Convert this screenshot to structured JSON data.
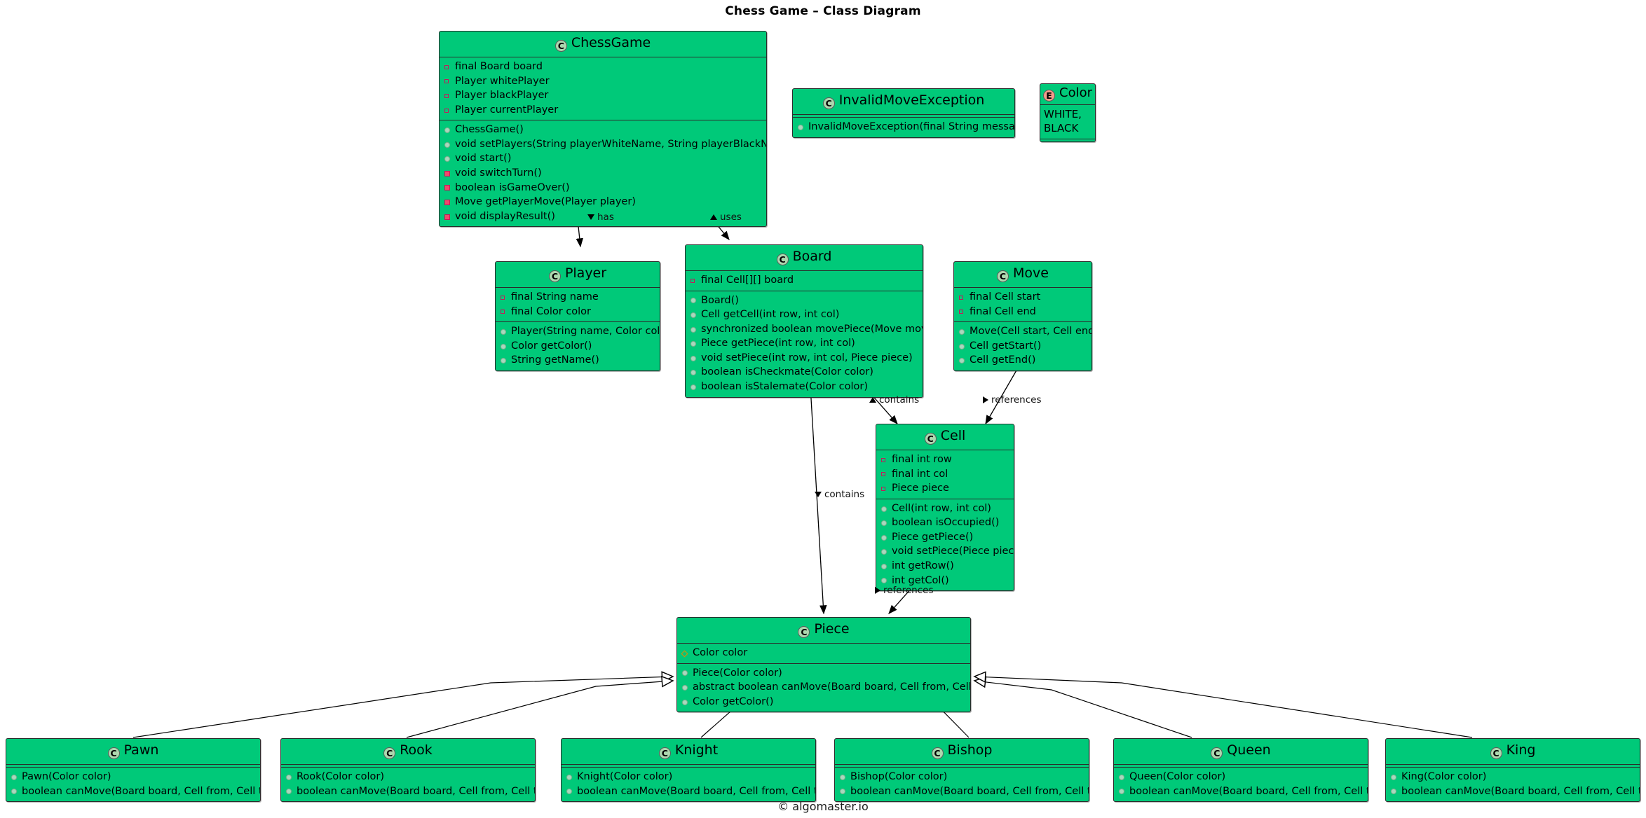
{
  "title": "Chess Game – Class Diagram",
  "footer": "© algomaster.io",
  "colors": {
    "box_fill": "#00C979",
    "box_border": "#2b2b2b",
    "class_badge": "#ADD8AF",
    "enum_badge": "#F59C8A",
    "private_marker": "#C2185B",
    "public_marker": "#A8D8BD",
    "protected_marker": "#E08A00",
    "background": "#ffffff"
  },
  "classes": {
    "chessgame": {
      "badge": "C",
      "name": "ChessGame",
      "fields": [
        {
          "vis": "priv-field",
          "text": "final Board board"
        },
        {
          "vis": "priv-field",
          "text": "Player whitePlayer"
        },
        {
          "vis": "priv-field",
          "text": "Player blackPlayer"
        },
        {
          "vis": "priv-field",
          "text": "Player currentPlayer"
        }
      ],
      "methods": [
        {
          "vis": "pub-method",
          "text": "ChessGame()"
        },
        {
          "vis": "pub-method",
          "text": "void setPlayers(String playerWhiteName, String playerBlackName)"
        },
        {
          "vis": "pub-method",
          "text": "void start()"
        },
        {
          "vis": "priv-method",
          "text": "void switchTurn()"
        },
        {
          "vis": "priv-method",
          "text": "boolean isGameOver()"
        },
        {
          "vis": "priv-method",
          "text": "Move getPlayerMove(Player player)"
        },
        {
          "vis": "priv-method",
          "text": "void displayResult()"
        }
      ]
    },
    "invalidmoveexception": {
      "badge": "C",
      "name": "InvalidMoveException",
      "fields": [],
      "methods": [
        {
          "vis": "pub-method",
          "text": "InvalidMoveException(final String message)"
        }
      ]
    },
    "color": {
      "badge": "E",
      "name": "Color",
      "values": [
        "WHITE,",
        "BLACK"
      ]
    },
    "player": {
      "badge": "C",
      "name": "Player",
      "fields": [
        {
          "vis": "priv-field",
          "text": "final String name"
        },
        {
          "vis": "priv-field",
          "text": "final Color color"
        }
      ],
      "methods": [
        {
          "vis": "pub-method",
          "text": "Player(String name, Color color)"
        },
        {
          "vis": "pub-method",
          "text": "Color getColor()"
        },
        {
          "vis": "pub-method",
          "text": "String getName()"
        }
      ]
    },
    "board": {
      "badge": "C",
      "name": "Board",
      "fields": [
        {
          "vis": "priv-field",
          "text": "final Cell[][] board"
        }
      ],
      "methods": [
        {
          "vis": "pub-method",
          "text": "Board()"
        },
        {
          "vis": "pub-method",
          "text": "Cell getCell(int row, int col)"
        },
        {
          "vis": "pub-method",
          "text": "synchronized boolean movePiece(Move move)"
        },
        {
          "vis": "pub-method",
          "text": "Piece getPiece(int row, int col)"
        },
        {
          "vis": "pub-method",
          "text": "void setPiece(int row, int col, Piece piece)"
        },
        {
          "vis": "pub-method",
          "text": "boolean isCheckmate(Color color)"
        },
        {
          "vis": "pub-method",
          "text": "boolean isStalemate(Color color)"
        }
      ]
    },
    "move": {
      "badge": "C",
      "name": "Move",
      "fields": [
        {
          "vis": "priv-field",
          "text": "final Cell start"
        },
        {
          "vis": "priv-field",
          "text": "final Cell end"
        }
      ],
      "methods": [
        {
          "vis": "pub-method",
          "text": "Move(Cell start, Cell end)"
        },
        {
          "vis": "pub-method",
          "text": "Cell getStart()"
        },
        {
          "vis": "pub-method",
          "text": "Cell getEnd()"
        }
      ]
    },
    "cell": {
      "badge": "C",
      "name": "Cell",
      "fields": [
        {
          "vis": "priv-field",
          "text": "final int row"
        },
        {
          "vis": "priv-field",
          "text": "final int col"
        },
        {
          "vis": "priv-field",
          "text": "Piece piece"
        }
      ],
      "methods": [
        {
          "vis": "pub-method",
          "text": "Cell(int row, int col)"
        },
        {
          "vis": "pub-method",
          "text": "boolean isOccupied()"
        },
        {
          "vis": "pub-method",
          "text": "Piece getPiece()"
        },
        {
          "vis": "pub-method",
          "text": "void setPiece(Piece piece)"
        },
        {
          "vis": "pub-method",
          "text": "int getRow()"
        },
        {
          "vis": "pub-method",
          "text": "int getCol()"
        }
      ]
    },
    "piece": {
      "badge": "C",
      "name": "Piece",
      "fields": [
        {
          "vis": "prot-field",
          "text": "Color color"
        }
      ],
      "methods": [
        {
          "vis": "pub-method",
          "text": "Piece(Color color)"
        },
        {
          "vis": "pub-method",
          "text": "abstract boolean canMove(Board board, Cell from, Cell to)"
        },
        {
          "vis": "pub-method",
          "text": "Color getColor()"
        }
      ]
    },
    "pawn": {
      "badge": "C",
      "name": "Pawn",
      "fields": [],
      "methods": [
        {
          "vis": "pub-method",
          "text": "Pawn(Color color)"
        },
        {
          "vis": "pub-method",
          "text": "boolean canMove(Board board, Cell from, Cell to)"
        }
      ]
    },
    "rook": {
      "badge": "C",
      "name": "Rook",
      "fields": [],
      "methods": [
        {
          "vis": "pub-method",
          "text": "Rook(Color color)"
        },
        {
          "vis": "pub-method",
          "text": "boolean canMove(Board board, Cell from, Cell to)"
        }
      ]
    },
    "knight": {
      "badge": "C",
      "name": "Knight",
      "fields": [],
      "methods": [
        {
          "vis": "pub-method",
          "text": "Knight(Color color)"
        },
        {
          "vis": "pub-method",
          "text": "boolean canMove(Board board, Cell from, Cell to)"
        }
      ]
    },
    "bishop": {
      "badge": "C",
      "name": "Bishop",
      "fields": [],
      "methods": [
        {
          "vis": "pub-method",
          "text": "Bishop(Color color)"
        },
        {
          "vis": "pub-method",
          "text": "boolean canMove(Board board, Cell from, Cell to)"
        }
      ]
    },
    "queen": {
      "badge": "C",
      "name": "Queen",
      "fields": [],
      "methods": [
        {
          "vis": "pub-method",
          "text": "Queen(Color color)"
        },
        {
          "vis": "pub-method",
          "text": "boolean canMove(Board board, Cell from, Cell to)"
        }
      ]
    },
    "king": {
      "badge": "C",
      "name": "King",
      "fields": [],
      "methods": [
        {
          "vis": "pub-method",
          "text": "King(Color color)"
        },
        {
          "vis": "pub-method",
          "text": "boolean canMove(Board board, Cell from, Cell to)"
        }
      ]
    }
  },
  "relationships": [
    {
      "id": "has",
      "label": "has",
      "from": "ChessGame",
      "to": "Player",
      "marker": "down"
    },
    {
      "id": "uses",
      "label": "uses",
      "from": "ChessGame",
      "to": "Board",
      "marker": "up"
    },
    {
      "id": "contains-cell",
      "label": "contains",
      "from": "Board",
      "to": "Cell",
      "marker": "up"
    },
    {
      "id": "references-cell",
      "label": "references",
      "from": "Move",
      "to": "Cell",
      "marker": "right"
    },
    {
      "id": "contains-piece",
      "label": "contains",
      "from": "Board",
      "to": "Piece",
      "marker": "down"
    },
    {
      "id": "references-piece",
      "label": "references",
      "from": "Cell",
      "to": "Piece",
      "marker": "right"
    }
  ],
  "inheritance": {
    "parent": "Piece",
    "children": [
      "Pawn",
      "Rook",
      "Knight",
      "Bishop",
      "Queen",
      "King"
    ]
  }
}
